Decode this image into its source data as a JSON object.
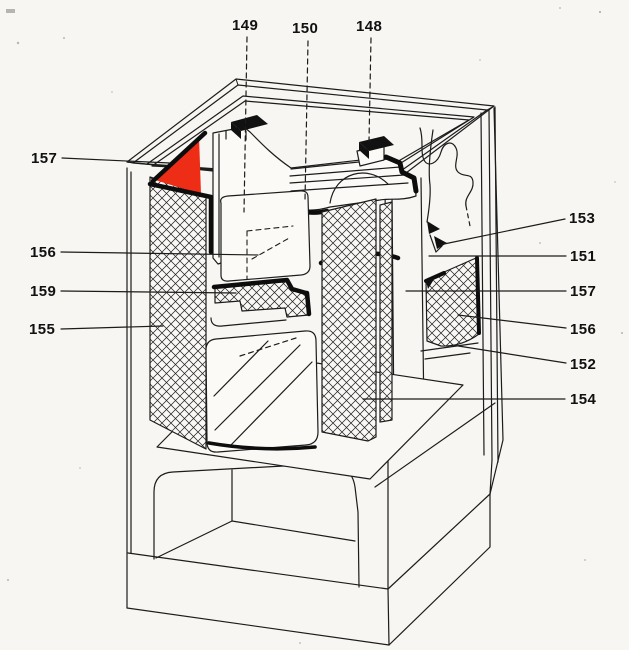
{
  "figure": {
    "kind": "patent-style cutaway technical drawing of an oven/heater housing with insulation panels",
    "paper_color": "#f7f6f2",
    "line_color": "#1c1c1c",
    "highlight_color": "#ee2d16",
    "hatch_meaning": "cross-hatched regions = insulation material",
    "labels": [
      {
        "ref": "149",
        "leader": "dashed",
        "side": "top"
      },
      {
        "ref": "150",
        "leader": "dashed",
        "side": "top"
      },
      {
        "ref": "148",
        "leader": "dashed",
        "side": "top"
      },
      {
        "ref": "157",
        "leader": "solid",
        "side": "left"
      },
      {
        "ref": "156",
        "leader": "solid",
        "side": "left"
      },
      {
        "ref": "159",
        "leader": "solid",
        "side": "left"
      },
      {
        "ref": "155",
        "leader": "solid",
        "side": "left"
      },
      {
        "ref": "153",
        "leader": "solid",
        "side": "right"
      },
      {
        "ref": "151",
        "leader": "solid",
        "side": "right"
      },
      {
        "ref": "157",
        "leader": "solid",
        "side": "right"
      },
      {
        "ref": "156",
        "leader": "solid",
        "side": "right"
      },
      {
        "ref": "152",
        "leader": "solid",
        "side": "right"
      },
      {
        "ref": "154",
        "leader": "solid",
        "side": "right"
      }
    ]
  }
}
